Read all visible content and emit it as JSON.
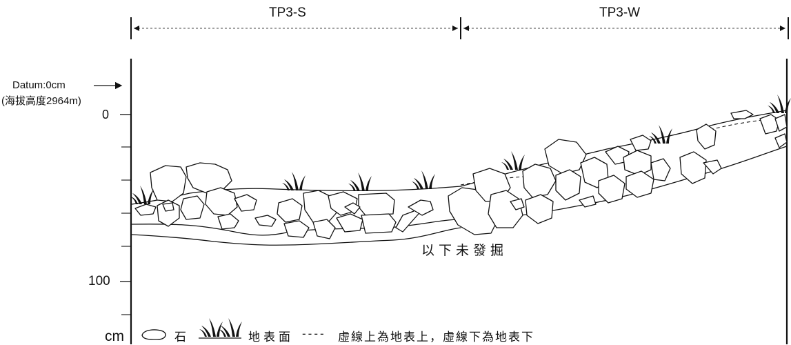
{
  "sections": {
    "left_label": "TP3-S",
    "right_label": "TP3-W"
  },
  "datum": {
    "line1": "Datum:0cm",
    "line2": "(海拔高度2964m)"
  },
  "scale": {
    "ticks": [
      "0",
      "100"
    ],
    "unit": "cm"
  },
  "annotation": "以下未發掘",
  "legend": {
    "rock_label": "石",
    "surface_label": "地表面",
    "dashed_symbol": "----",
    "dashed_label": "虛線上為地表上，虛線下為地表下"
  }
}
